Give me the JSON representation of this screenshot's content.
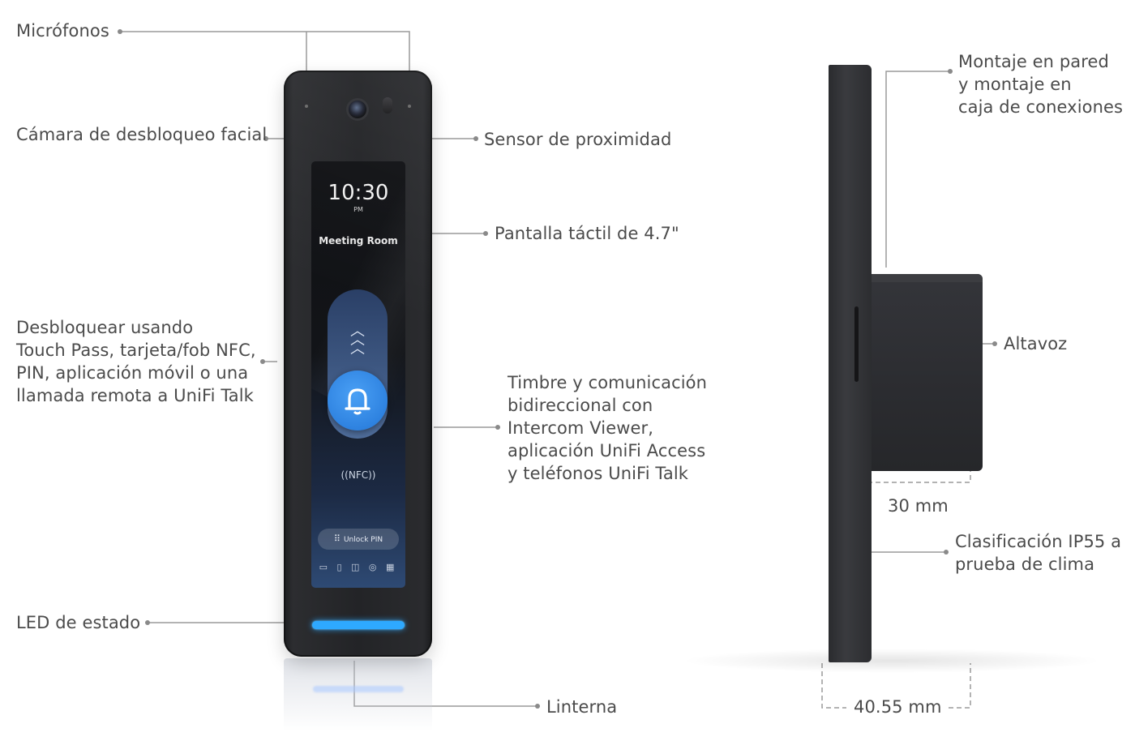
{
  "callouts": {
    "microphones": "Micrófonos",
    "face_camera": "Cámara de desbloqueo facial",
    "proximity": "Sensor de proximidad",
    "touchscreen": "Pantalla táctil de 4.7\"",
    "unlock_methods": "Desbloquear usando\nTouch Pass, tarjeta/fob NFC,\nPIN, aplicación móvil o una\nllamada remota a UniFi Talk",
    "doorbell": "Timbre y comunicación\nbidireccional con\nIntercom Viewer,\naplicación UniFi Access\ny teléfonos UniFi Talk",
    "status_led": "LED de estado",
    "flashlight": "Linterna",
    "mounting": "Montaje en pared\ny montaje en\ncaja de conexiones",
    "speaker": "Altavoz",
    "ip_rating": "Clasificación IP55 a\nprueba de clima"
  },
  "dimensions": {
    "depth_box": "30 mm",
    "depth_total": "40.55 mm"
  },
  "screen": {
    "time": "10:30",
    "ampm": "PM",
    "room": "Meeting Room",
    "chevrons": "︿\n︿\n︿",
    "nfc": "((NFC))",
    "unlock_pin": "Unlock PIN",
    "keypad_glyph": "⠿",
    "methods_glyphs": "▭ ▯ ◫ ◎ ▦"
  },
  "colors": {
    "led": "#2ea9ff",
    "bell_button": "#2e82e0",
    "device_body": "#232427"
  },
  "icons": {
    "bell": "bell-icon",
    "keypad": "keypad-icon"
  }
}
